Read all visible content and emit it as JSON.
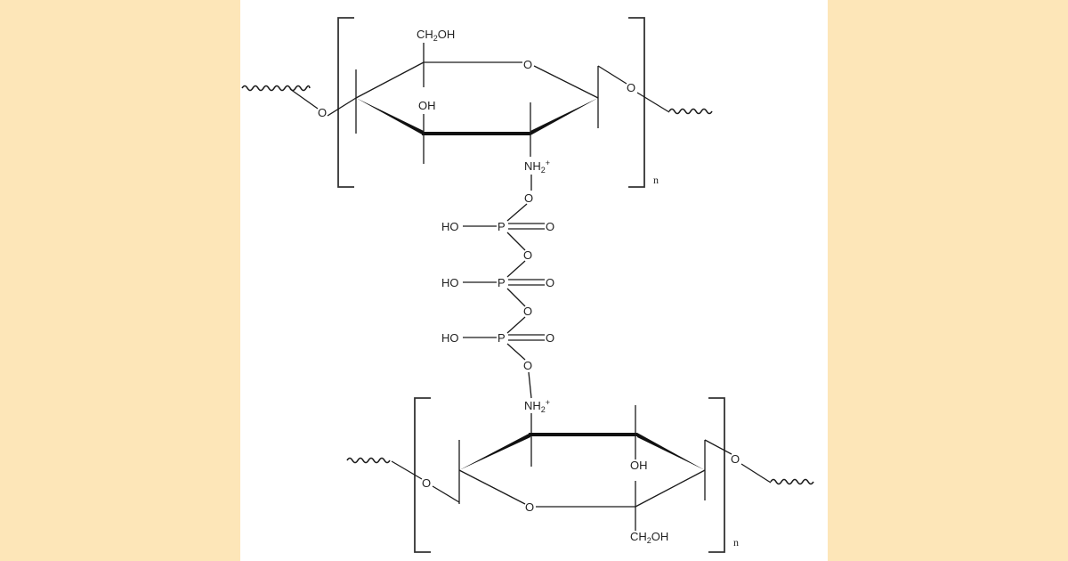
{
  "colors": {
    "background": "#fde6b8",
    "panel": "#ffffff",
    "ink": "#1a1a1a"
  },
  "labels": {
    "top_ch2oh_main": "CH",
    "top_ch2oh_sub": "2",
    "top_ch2oh_tail": "OH",
    "top_oh": "OH",
    "top_nh_main": "NH",
    "top_nh_sub": "2",
    "top_nh_charge": "+",
    "ring_o": "O",
    "link_o": "O",
    "p1_ho": "HO",
    "p1_p": "P",
    "p1_o": "O",
    "p2_ho": "HO",
    "p2_p": "P",
    "p2_o": "O",
    "p3_ho": "HO",
    "p3_p": "P",
    "p3_o": "O",
    "bot_nh_main": "NH",
    "bot_nh_sub": "2",
    "bot_nh_charge": "+",
    "bot_oh": "OH",
    "bot_ch2oh_main": "CH",
    "bot_ch2oh_sub": "2",
    "bot_ch2oh_tail": "OH",
    "repeat_index": "n"
  }
}
